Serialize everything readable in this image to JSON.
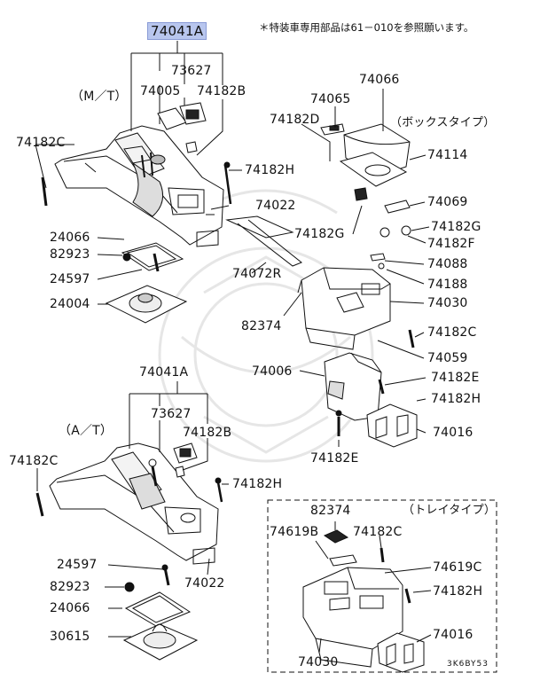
{
  "note": "＊特装車専用部品は61－010を参照願います。",
  "diagram_id": "3K6BY53",
  "sections": {
    "mt": "（M／T）",
    "at": "（A／T）",
    "box": "（ボックスタイプ）",
    "tray": "（トレイタイプ）"
  },
  "mt": {
    "main": "74041A",
    "p73627": "73627",
    "p74005": "74005",
    "p74182B": "74182B",
    "p74182C": "74182C",
    "p74182H": "74182H",
    "p74022": "74022",
    "p24066": "24066",
    "p82923": "82923",
    "p24597": "24597",
    "p24004": "24004",
    "p74072R": "74072R"
  },
  "box": {
    "p74066": "74066",
    "p74065": "74065",
    "p74182D": "74182D",
    "p74114": "74114",
    "p74069": "74069",
    "p74182G_r": "74182G",
    "p74182G_l": "74182G",
    "p74182F": "74182F",
    "p74088": "74088",
    "p74188": "74188",
    "p74030": "74030",
    "p82374": "82374",
    "p74182C": "74182C",
    "p74006": "74006",
    "p74059": "74059",
    "p74182E_r": "74182E",
    "p74182H": "74182H",
    "p74016": "74016",
    "p74182E_b": "74182E"
  },
  "at": {
    "main": "74041A",
    "p73627": "73627",
    "p74182B": "74182B",
    "p74182C": "74182C",
    "p74182H": "74182H",
    "p24597": "24597",
    "p82923": "82923",
    "p24066": "24066",
    "p30615": "30615",
    "p74022": "74022"
  },
  "tray": {
    "p82374": "82374",
    "p74619B": "74619B",
    "p74182C": "74182C",
    "p74619C": "74619C",
    "p74182H": "74182H",
    "p74016": "74016",
    "p74030": "74030"
  }
}
